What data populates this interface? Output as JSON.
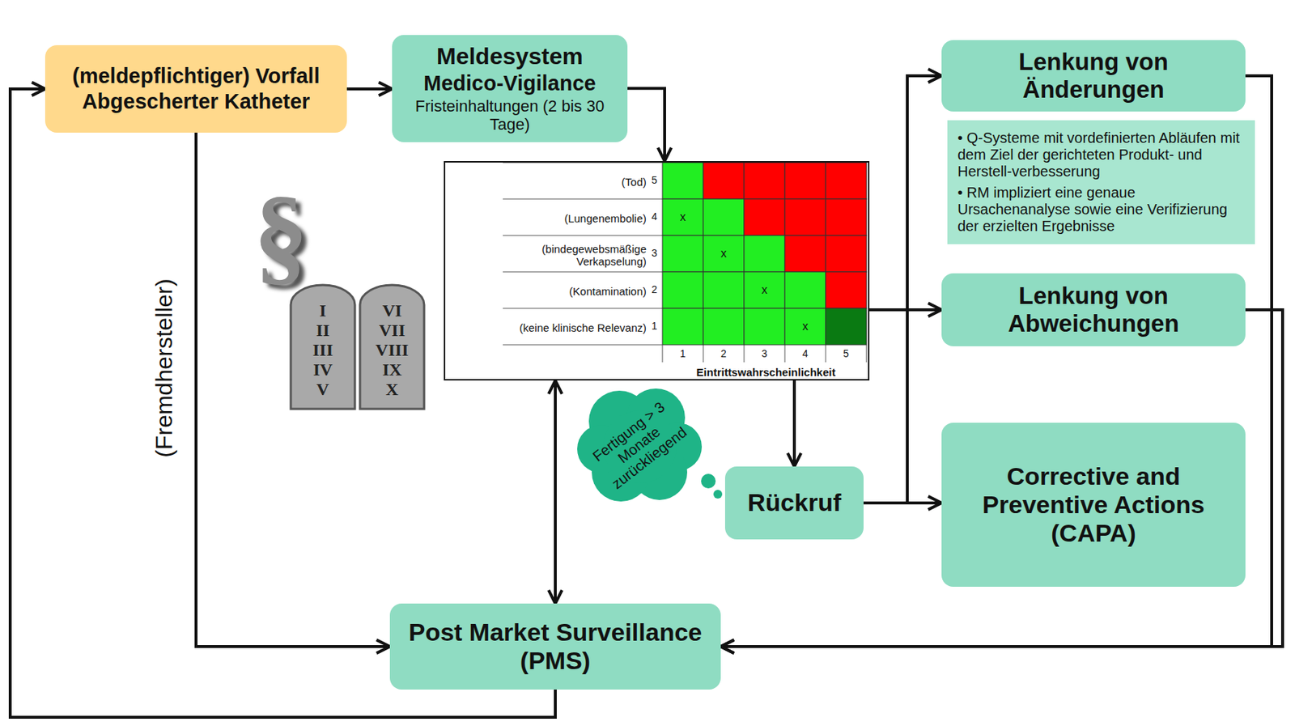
{
  "diagram": {
    "nodes": [
      {
        "text": [
          "(meldepflichtiger) Vorfall",
          "Abgescherter Katheter"
        ]
      },
      {
        "text": [
          "Meldesystem",
          "Medico-Vigilance",
          "Fristeinhaltungen (2 bis 30 Tage)"
        ]
      },
      {
        "text": [
          "Lenkung von Änderungen"
        ]
      },
      {
        "text": [
          "• Q-Systeme mit vordefinierten Abläufen mit dem Ziel der gerichteten Produkt- und Herstell-verbesserung",
          "• RM impliziert eine genaue Ursachenanalyse sowie eine Verifizierung der erzielten Ergebnisse"
        ]
      },
      {
        "text": [
          "(Tod)",
          "(Lungenembolie)",
          "(bindegewebsmäßige Verkapselung)",
          "(Kontamination)",
          "(keine klinische Relevanz)",
          "Eintrittswahrscheinlichkeit"
        ]
      },
      {
        "text": [
          "Lenkung von Abweichungen"
        ]
      },
      {
        "text": [
          "Fertigung > 3 Monate zurückliegend"
        ]
      },
      {
        "text": [
          "Rückruf"
        ]
      },
      {
        "text": [
          "Corrective and Preventive Actions (CAPA)"
        ]
      },
      {
        "text": [
          "Post Market Surveillance (PMS)"
        ]
      }
    ],
    "edges": [
      {
        "from": 0,
        "to": 1,
        "arrow": "to"
      },
      {
        "from": 1,
        "to": 4,
        "arrow": "to"
      },
      {
        "from": 4,
        "to": 7,
        "arrow": "to"
      },
      {
        "from": 4,
        "to": 5,
        "arrow": "to"
      },
      {
        "from": 4,
        "to": 9,
        "arrow": "both"
      },
      {
        "from": 7,
        "to": 8,
        "arrow": "to"
      },
      {
        "from": 7,
        "to": 2,
        "arrow": "to"
      },
      {
        "from": 2,
        "to": 9,
        "arrow": "to"
      },
      {
        "from": 5,
        "to": 9,
        "arrow": "to"
      },
      {
        "from": 0,
        "to": 9,
        "label": "(Fremdhersteller)",
        "arrow": "to"
      },
      {
        "from": 9,
        "to": 0,
        "arrow": "to"
      }
    ],
    "labels": [
      "§",
      "I",
      "II",
      "III",
      "IV",
      "V",
      "VI",
      "VII",
      "VIII",
      "IX",
      "X",
      "5",
      "4",
      "3",
      "2",
      "1",
      "1",
      "2",
      "3",
      "4",
      "5",
      "x",
      "x",
      "x",
      "x"
    ]
  }
}
